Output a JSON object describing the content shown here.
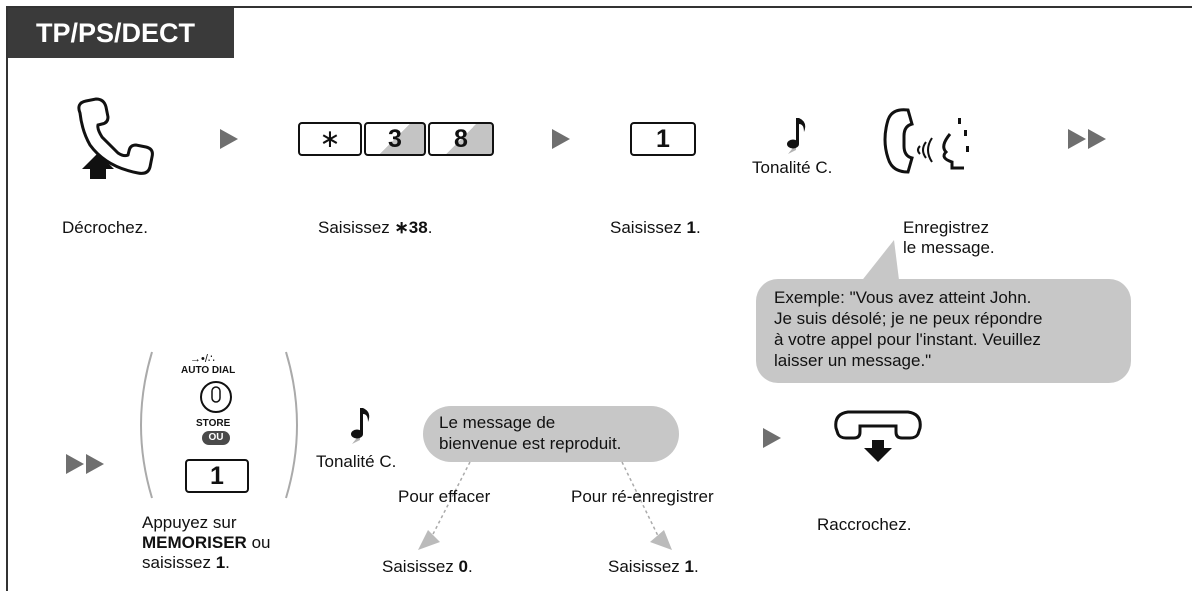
{
  "header": {
    "tab_label": "TP/PS/DECT"
  },
  "steps_row1": {
    "offhook_label": "Décrochez.",
    "dial_prefix": "Saisissez ",
    "dial_code": "∗38",
    "dial_suffix": ".",
    "keys_dial": [
      "∗",
      "3",
      "8"
    ],
    "key_one": "1",
    "enter1_prefix": "Saisissez ",
    "enter1_value": "1",
    "enter1_suffix": ".",
    "tone_label": "Tonalité C.",
    "record_line1": "Enregistrez",
    "record_line2": "le message."
  },
  "example_bubble": {
    "line1": "Exemple: \"Vous avez atteint John.",
    "line2": "Je suis désolé; je ne peux répondre",
    "line3": "à votre appel pour l'instant. Veuillez",
    "line4": "laisser un message.\""
  },
  "steps_row2": {
    "autodial_label": "AUTO DIAL",
    "store_label": "STORE",
    "or_label": "OU",
    "key_one": "1",
    "press_line1": "Appuyez sur",
    "press_line2_bold": "MEMORISER",
    "press_line2_rest": " ou",
    "press_line3_prefix": "saisissez ",
    "press_line3_value": "1",
    "press_line3_suffix": ".",
    "tone_label": "Tonalité C.",
    "playback_line1": "Le message de",
    "playback_line2": "bienvenue est reproduit.",
    "erase_label": "Pour effacer",
    "rerecord_label": "Pour ré-enregistrer",
    "enter0_prefix": "Saisissez ",
    "enter0_value": "0",
    "enter0_suffix": ".",
    "enter1_prefix": "Saisissez ",
    "enter1_value": "1",
    "enter1_suffix": ".",
    "onhook_label": "Raccrochez."
  }
}
